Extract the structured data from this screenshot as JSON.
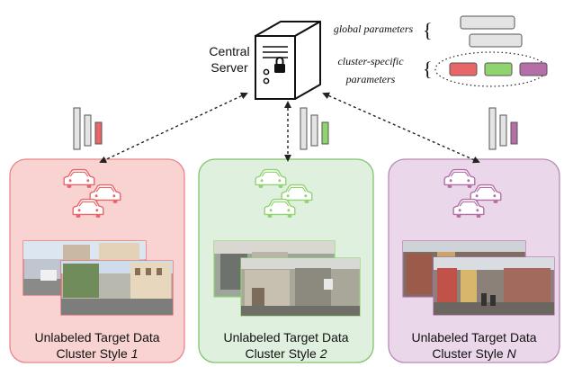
{
  "server": {
    "label_line1": "Central",
    "label_line2": "Server",
    "icon": "server-lock-icon"
  },
  "parameters": {
    "global_label": "global parameters",
    "cluster_label_line1": "cluster-specific",
    "cluster_label_line2": "parameters"
  },
  "clusters": [
    {
      "caption_line1": "Unlabeled Target Data",
      "caption_prefix": "Cluster Style ",
      "caption_index": "1",
      "color": "#e8666a",
      "panel_fill": "#f8d3d1",
      "panel_stroke": "#e8868a",
      "icon": "cars-icon"
    },
    {
      "caption_line1": "Unlabeled Target Data",
      "caption_prefix": "Cluster Style ",
      "caption_index": "2",
      "color": "#8fd46f",
      "panel_fill": "#e0f0de",
      "panel_stroke": "#7fc46a",
      "icon": "cars-icon"
    },
    {
      "caption_line1": "Unlabeled Target Data",
      "caption_prefix": "Cluster Style ",
      "caption_index": "N",
      "color": "#b56ea8",
      "panel_fill": "#ead8ea",
      "panel_stroke": "#b88ab5",
      "icon": "cars-icon"
    }
  ],
  "colors": {
    "global_bar": "#e4e4e4",
    "bar_stroke": "#555555",
    "arrow": "#222222"
  }
}
